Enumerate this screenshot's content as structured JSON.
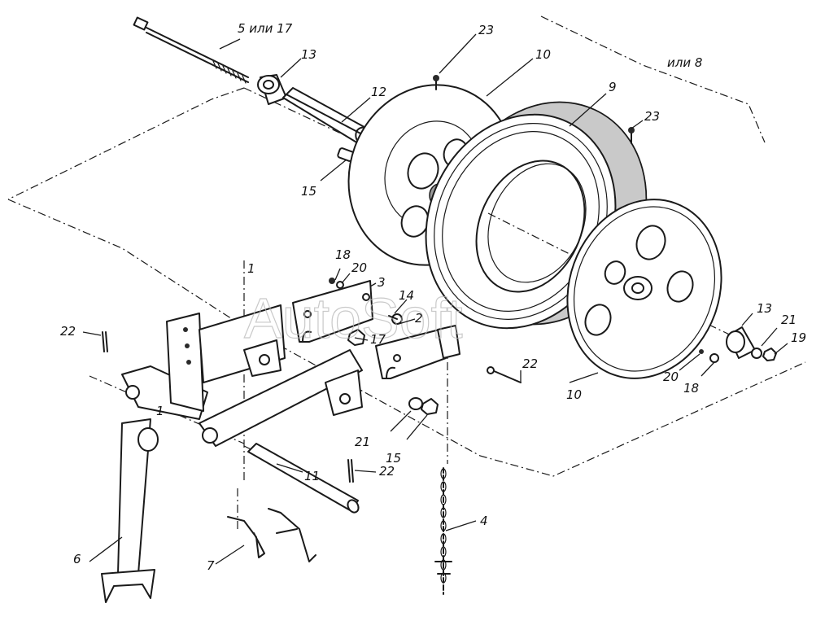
{
  "watermark": "AutoSoft",
  "labels": {
    "l1a": "1",
    "l1b": "1",
    "l2": "2",
    "l3": "3",
    "l4": "4",
    "l5": "5 или 17",
    "l6": "6",
    "l7": "7",
    "l9": "9",
    "l10a": "10",
    "l10b": "10",
    "l11": "11",
    "l12": "12",
    "l13a": "13",
    "l13b": "13",
    "l14": "14",
    "l15a": "15",
    "l15b": "15",
    "l17": "17",
    "l18a": "18",
    "l18b": "18",
    "l19": "19",
    "l20a": "20",
    "l20b": "20",
    "l21a": "21",
    "l21b": "21",
    "l22a": "22",
    "l22b": "22",
    "l22c": "22",
    "l23a": "23",
    "l23b": "23",
    "l8": "или 8"
  }
}
